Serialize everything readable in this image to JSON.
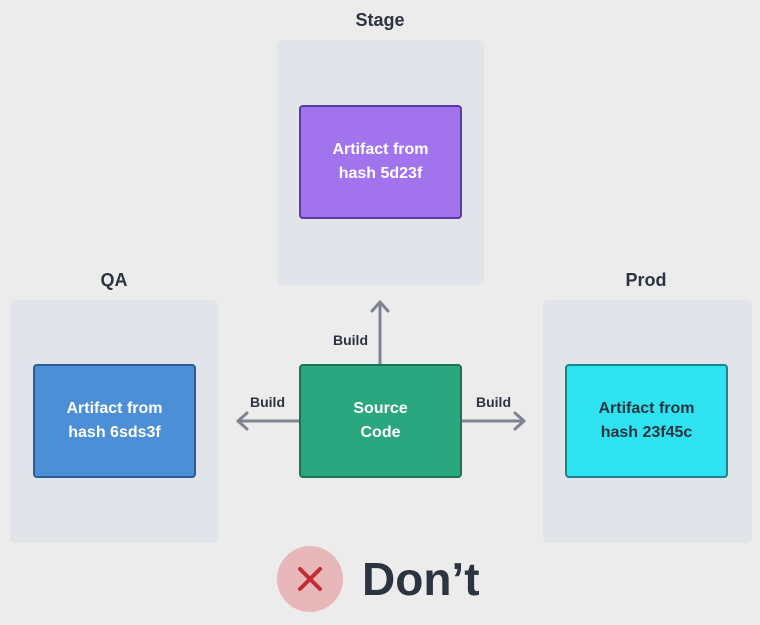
{
  "environments": {
    "stage": {
      "title": "Stage",
      "artifact": "Artifact from\nhash 5d23f",
      "color": "#a174ee",
      "border": "#5b3aa8"
    },
    "qa": {
      "title": "QA",
      "artifact": "Artifact from\nhash 6sds3f",
      "color": "#4c8fd6",
      "border": "#2a5c95"
    },
    "prod": {
      "title": "Prod",
      "artifact": "Artifact from\nhash 23f45c",
      "color": "#2ee2f0",
      "border": "#19858f"
    }
  },
  "source": {
    "label": "Source\nCode",
    "color": "#2aa77e",
    "border": "#1c7256"
  },
  "build_labels": {
    "up": "Build",
    "left": "Build",
    "right": "Build"
  },
  "verdict": {
    "text": "Don’t",
    "icon": "x-icon",
    "icon_color": "#c42c34",
    "badge_color": "#e8b7b9"
  }
}
